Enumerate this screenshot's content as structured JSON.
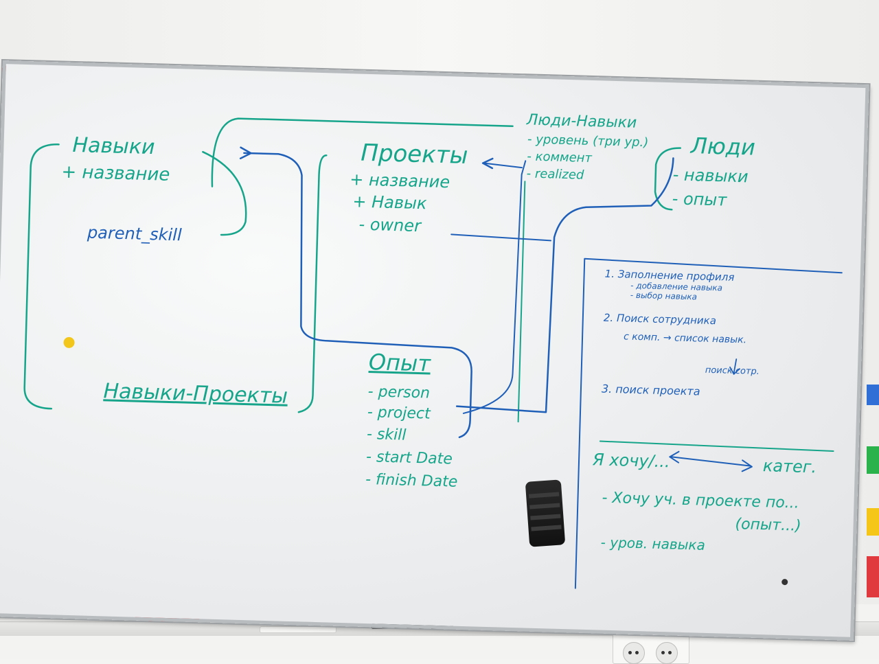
{
  "whiteboard": {
    "skills_box": {
      "title": "Навыки",
      "fields": [
        "+ название"
      ],
      "parent": "parent_skill"
    },
    "projects_box": {
      "title": "Проекты",
      "fields": [
        "+ название",
        "+ Навык",
        "- owner"
      ]
    },
    "people_skills_box": {
      "title": "Люди-Навыки",
      "fields": [
        "- уровень (три ур.)",
        "- коммент",
        "- realized"
      ]
    },
    "people_box": {
      "title": "Люди",
      "fields": [
        "- навыки",
        "- опыт"
      ]
    },
    "skills_projects_box": {
      "title": "Навыки-Проекты"
    },
    "experience_box": {
      "title": "Опыт",
      "fields": [
        "- person",
        "- project",
        "- skill",
        "- start Date",
        "- finish Date"
      ]
    },
    "plan": {
      "items": [
        {
          "num": "1.",
          "text": "Заполнение профиля"
        },
        {
          "num": "",
          "text": "- добавление навыка"
        },
        {
          "num": "",
          "text": "- выбор навыка"
        },
        {
          "num": "2.",
          "text": "Поиск сотрудника"
        },
        {
          "num": "",
          "text": "с комп. → список навык."
        },
        {
          "num": "",
          "text": "поиск сотр."
        },
        {
          "num": "3.",
          "text": "поиск проекта"
        }
      ],
      "wish": {
        "left": "Я хочу/...",
        "right": "катег.",
        "lines": [
          "- Хочу уч. в проекте по...",
          "(опыт...)",
          "- уров. навыка"
        ]
      }
    }
  },
  "colors": {
    "teal_marker": "#16a58a",
    "blue_marker": "#1f5fb8",
    "board": "#eef0f1",
    "frame": "#b9bcbf"
  }
}
